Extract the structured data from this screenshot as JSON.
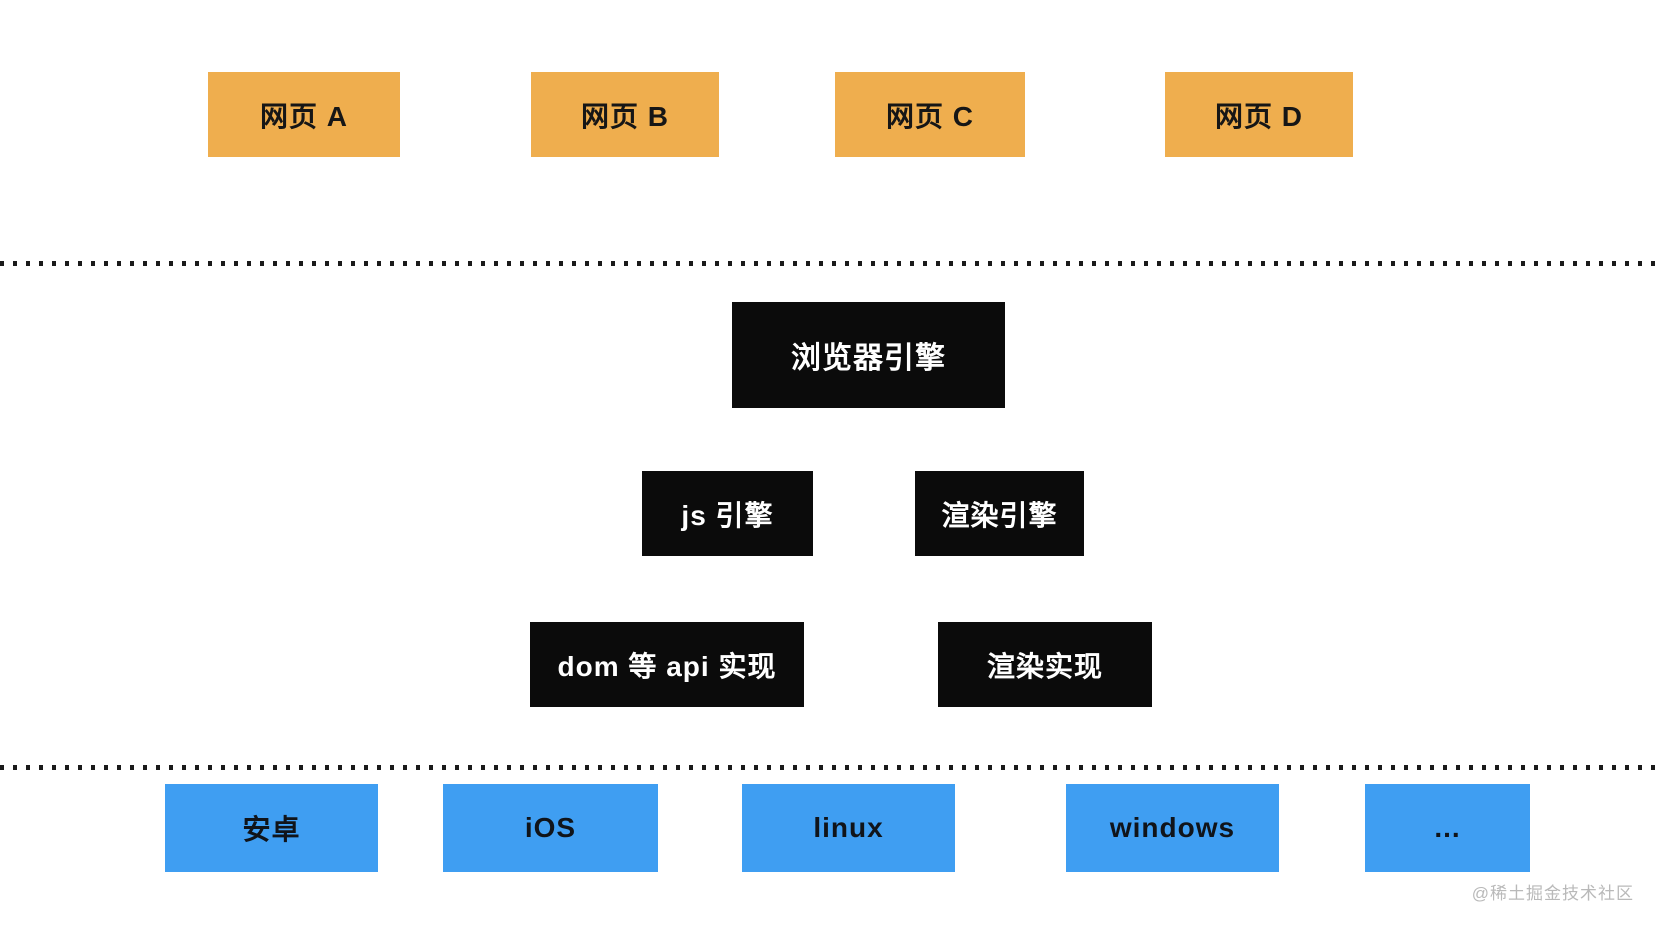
{
  "pages_row": {
    "items": [
      {
        "label": "网页 A"
      },
      {
        "label": "网页 B"
      },
      {
        "label": "网页 C"
      },
      {
        "label": "网页 D"
      }
    ]
  },
  "engine_layer": {
    "browser_engine": {
      "label": "浏览器引擎"
    },
    "js_engine": {
      "label": "js 引擎"
    },
    "render_engine": {
      "label": "渲染引擎"
    },
    "dom_api_impl": {
      "label": "dom 等 api 实现"
    },
    "render_impl": {
      "label": "渲染实现"
    }
  },
  "platforms_row": {
    "items": [
      {
        "label": "安卓"
      },
      {
        "label": "iOS"
      },
      {
        "label": "linux"
      },
      {
        "label": "windows"
      },
      {
        "label": "..."
      }
    ]
  },
  "watermark": {
    "text": "@稀土掘金技术社区"
  },
  "colors": {
    "background": "#FFFFFF",
    "page_box": "#EFAE4E",
    "page_text": "#161616",
    "engine_box": "#0B0B0B",
    "engine_text": "#FFFFFF",
    "platform_box": "#3F9EF2",
    "platform_text": "#10141A",
    "dotted_line": "#1A1A1A",
    "watermark_text": "#B9B9B9"
  }
}
